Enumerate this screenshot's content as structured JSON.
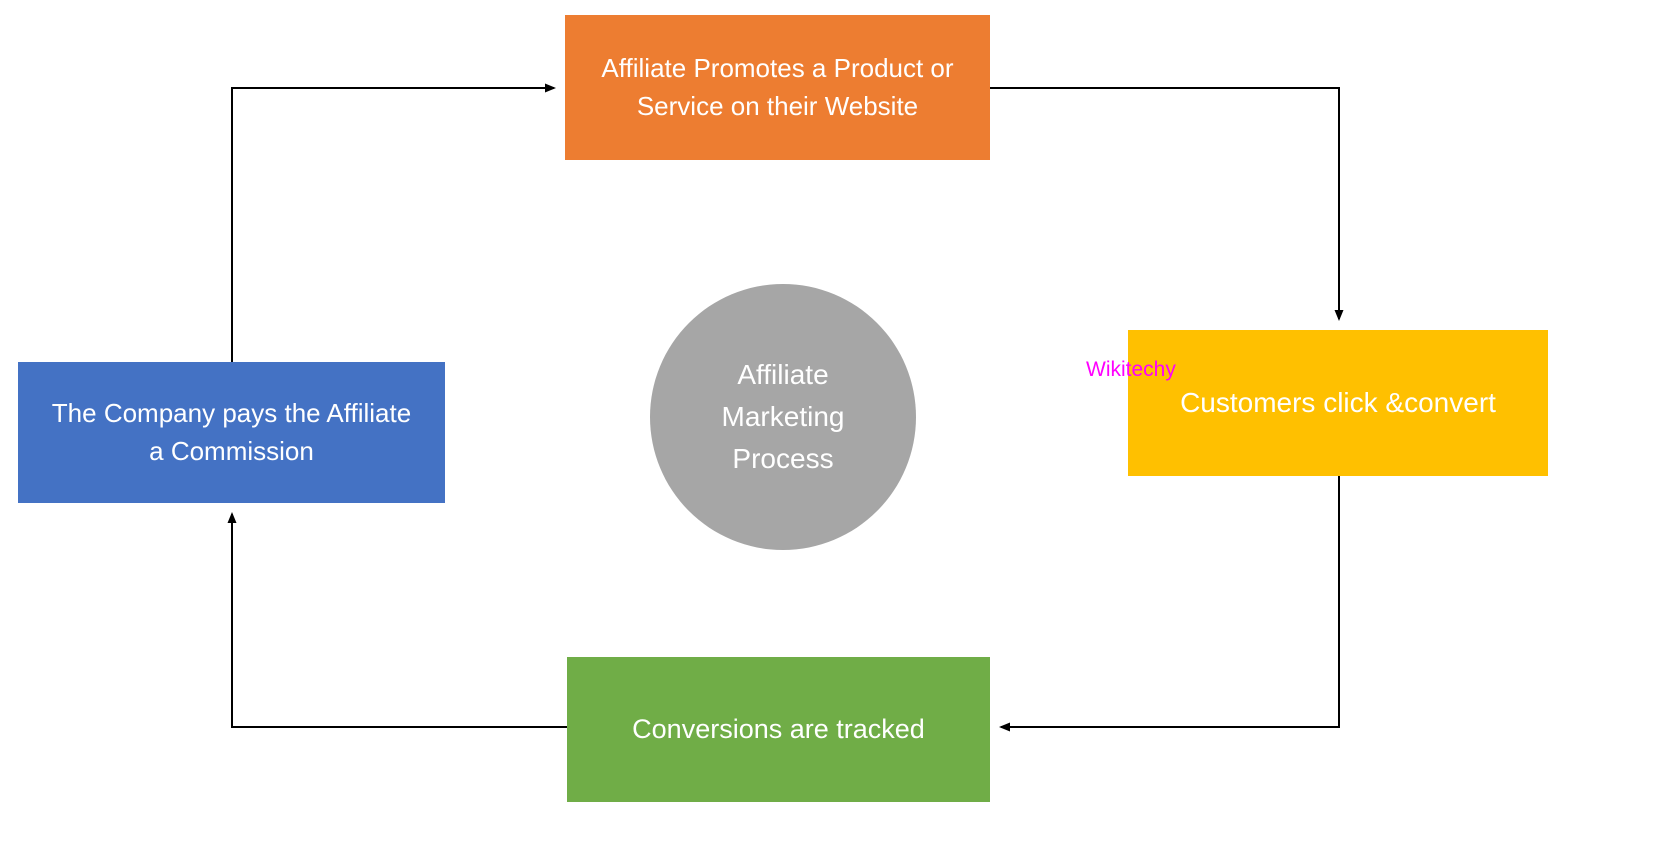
{
  "diagram": {
    "title": "Affiliate Marketing Process",
    "background": "#FFFFFF",
    "arrow_color": "#000000",
    "center": {
      "label": "Affiliate Marketing Process",
      "color": "#A6A6A6",
      "text_color": "#FFFFFF"
    },
    "nodes": [
      {
        "id": "promote",
        "label": "Affiliate Promotes a Product or Service on their Website",
        "color": "#ED7D31",
        "text_color": "#FFFFFF"
      },
      {
        "id": "click",
        "label": "Customers click &convert",
        "color": "#FFC000",
        "text_color": "#FFFFFF"
      },
      {
        "id": "track",
        "label": "Conversions are tracked",
        "color": "#70AD47",
        "text_color": "#FFFFFF"
      },
      {
        "id": "pay",
        "label": "The Company pays the Affiliate a Commission",
        "color": "#4472C4",
        "text_color": "#FFFFFF"
      }
    ],
    "watermark": {
      "label": "Wikitechy",
      "color": "#FF00FF"
    }
  }
}
